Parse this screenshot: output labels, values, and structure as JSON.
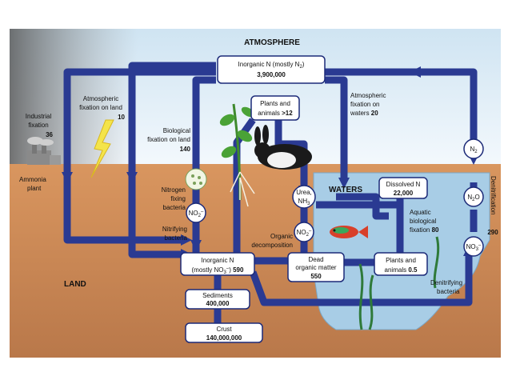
{
  "atmosphere_label": "ATMOSPHERE",
  "land_label": "LAND",
  "waters_label": "WATERS",
  "nodes": {
    "inorganic_n_atm": {
      "line1": "Inorganic N (mostly N",
      "sub": "2",
      "line1_end": ")",
      "value": "3,900,000"
    },
    "plants_animals_land": {
      "line1": "Plants and",
      "line2": "animals",
      "value": ">12"
    },
    "urea": {
      "line1": "Urea,",
      "line2": "NH",
      "sub": "3"
    },
    "no2_land": {
      "label": "NO",
      "sub": "2",
      "sup": "–"
    },
    "no2_water": {
      "label": "NO",
      "sub": "2",
      "sup": "–"
    },
    "inorganic_n_land": {
      "line1": "Inorganic N",
      "line2": "(mostly NO",
      "sub": "3",
      "sup": "–",
      "line2_end": ")",
      "value": "590"
    },
    "dead_organic": {
      "line1": "Dead",
      "line2": "organic matter",
      "value": "550"
    },
    "plants_animals_water": {
      "line1": "Plants and",
      "line2": "animals",
      "value": "0.5"
    },
    "dissolved_n": {
      "line1": "Dissolved N",
      "value": "22,000"
    },
    "sediments": {
      "line1": "Sediments",
      "value": "400,000"
    },
    "crust": {
      "line1": "Crust",
      "value": "140,000,000"
    },
    "n2": {
      "label": "N",
      "sub": "2"
    },
    "n2o": {
      "label": "N",
      "sub": "2",
      "tail": "O"
    },
    "no3": {
      "label": "NO",
      "sub": "3",
      "sup": "–"
    }
  },
  "labels": {
    "industrial": {
      "line1": "Industrial",
      "line2": "fixation",
      "value": "36"
    },
    "atm_fix_land": {
      "line1": "Atmospheric",
      "line2": "fixation on land",
      "value": "10"
    },
    "bio_fix_land": {
      "line1": "Biological",
      "line2": "fixation on land",
      "value": "140"
    },
    "atm_fix_waters": {
      "line1": "Atmospheric",
      "line2": "fixation on",
      "line3": "waters",
      "value": "20"
    },
    "ammonia_plant": {
      "line1": "Ammonia",
      "line2": "plant"
    },
    "nitrogen_fixing": {
      "line1": "Nitrogen",
      "line2": "fixing",
      "line3": "bacteria"
    },
    "nitrifying": {
      "line1": "Nitrifying",
      "line2": "bacteria"
    },
    "organic_decomp": {
      "line1": "Organic",
      "line2": "decomposition"
    },
    "aquatic_bio": {
      "line1": "Aquatic",
      "line2": "biological",
      "line3": "fixation",
      "value": "80"
    },
    "denitrification": {
      "label": "Denitrification",
      "value": "290"
    },
    "denitrifying": {
      "line1": "Denitrifying",
      "line2": "bacteria"
    }
  },
  "colors": {
    "arrow": "#2a3a92",
    "sky": "#dfeef7",
    "land": "#c98a55",
    "water": "#a8cde6",
    "box_stroke": "#1c2a78"
  }
}
